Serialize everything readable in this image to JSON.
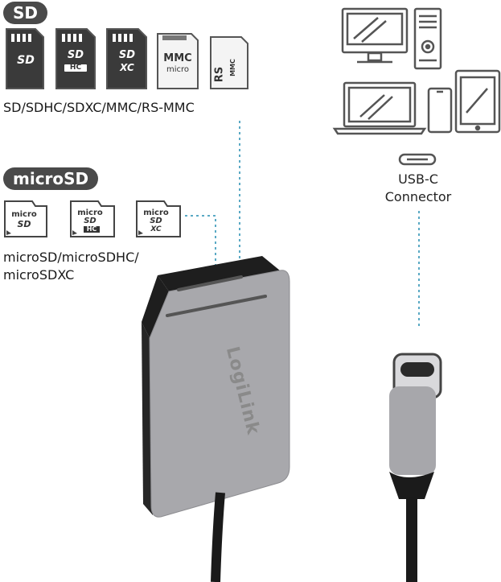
{
  "sd_section": {
    "badge": "SD",
    "caption": "SD/SDHC/SDXC/MMC/RS-MMC",
    "cards": [
      {
        "id": "sd",
        "label": "SD"
      },
      {
        "id": "sdhc",
        "label": "SD",
        "sublabel": "HC"
      },
      {
        "id": "sdxc",
        "label": "SD",
        "sublabel": "XC"
      },
      {
        "id": "mmc",
        "label": "MMC",
        "sublabel": "micro"
      },
      {
        "id": "rsmmc",
        "label": "RS",
        "sublabel": "MMC"
      }
    ]
  },
  "microsd_section": {
    "badge": "microSD",
    "caption_line1": "microSD/microSDHC/",
    "caption_line2": "microSDXC",
    "cards": [
      {
        "id": "microsd",
        "label": "micro",
        "sublabel": "SD"
      },
      {
        "id": "microsdhc",
        "label": "micro",
        "sublabel": "SD",
        "extra": "HC"
      },
      {
        "id": "microsdxc",
        "label": "micro",
        "sublabel": "SD",
        "extra": "XC"
      }
    ]
  },
  "usb": {
    "label_line1": "USB-C",
    "label_line2": "Connector"
  },
  "product": {
    "brand": "LogiLink"
  },
  "colors": {
    "badge_bg": "#4a4a4a",
    "card_dark": "#3a3a3a",
    "card_outline": "#555555",
    "dotted_line": "#5aa9c4",
    "device_body": "#a8a8ac",
    "device_border": "#2a2a2a",
    "device_line": "#555555"
  },
  "icons": [
    "desktop-monitor-icon",
    "pc-tower-icon",
    "laptop-icon",
    "smartphone-icon",
    "tablet-icon",
    "usb-c-port-icon"
  ]
}
